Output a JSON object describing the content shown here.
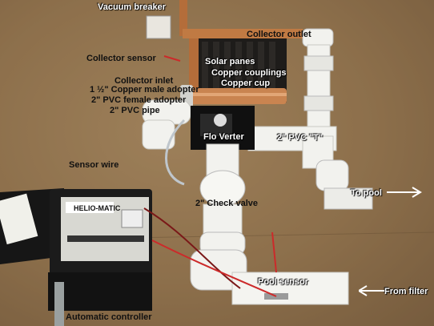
{
  "labels": {
    "vacuum_breaker": "Vacuum breaker",
    "collector_outlet": "Collector outlet",
    "collector_sensor": "Collector sensor",
    "solar_panes": "Solar panes",
    "copper_couplings": "Copper couplings",
    "collector_inlet": "Collector inlet",
    "copper_cup": "Copper cup",
    "male_adopter": "1 ½\" Copper male adopter",
    "female_adopter": "2\" PVC female adopter",
    "pvc_pipe": "2\" PVC pipe",
    "flo_verter": "Flo Verter",
    "pvc_t": "2\" PVC \"T\"",
    "sensor_wire": "Sensor wire",
    "to_pool": "To pool",
    "check_valve": "2\" Check valve",
    "pool_sensor": "Pool sensor",
    "from_filter": "From filter",
    "automatic_controller": "Automatic controller"
  },
  "controller": {
    "brand": "HELIO-MATIC"
  },
  "colors": {
    "pvc": "#f2f2ee",
    "copper": "#c07a43",
    "cardboard": "#8d6f4b"
  }
}
